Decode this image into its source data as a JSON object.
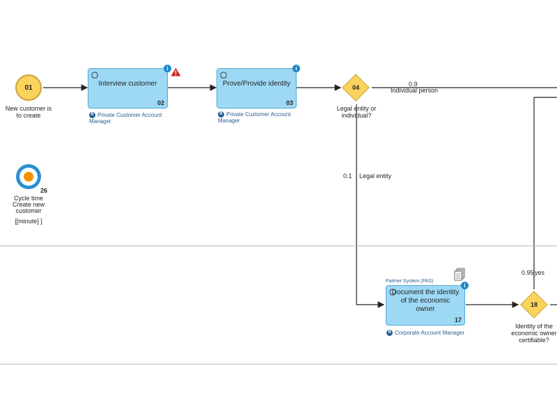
{
  "start_event": {
    "number": "01",
    "label": "New customer is to create"
  },
  "tasks": [
    {
      "title": "Interview customer",
      "number": "02",
      "role": "Private Customer Account Manager"
    },
    {
      "title": "Prove/Provide identity",
      "number": "03",
      "role": "Private Customer Account Manager"
    },
    {
      "title": "Document the identity of the economic owner",
      "number": "17",
      "role": "Corporate Account Manager",
      "system": "Partner System (PAS)"
    }
  ],
  "gateways": [
    {
      "number": "04",
      "label": "Legal entity or individual?"
    },
    {
      "number": "18",
      "label": "Identity of the economic owner certifiable?"
    }
  ],
  "edges": {
    "individual_prob": "0.9",
    "individual_label": "Individual person",
    "legal_prob": "0.1",
    "legal_label": "Legal entity",
    "yes_prob": "0.95",
    "yes_label": "yes"
  },
  "kpi": {
    "number": "26",
    "line1": "Cycle time",
    "line2": "Create new",
    "line3": "customer",
    "unit": "[[minute]   ]"
  },
  "colors": {
    "task_fill": "#9dd9f5",
    "task_border": "#4ea9d6",
    "event_fill": "#f9d35c",
    "gateway_fill": "#f9d35c",
    "warning": "#c62828",
    "info": "#1e88c7",
    "kpi_ring": "#2a8fd0",
    "kpi_core": "#f39200"
  }
}
